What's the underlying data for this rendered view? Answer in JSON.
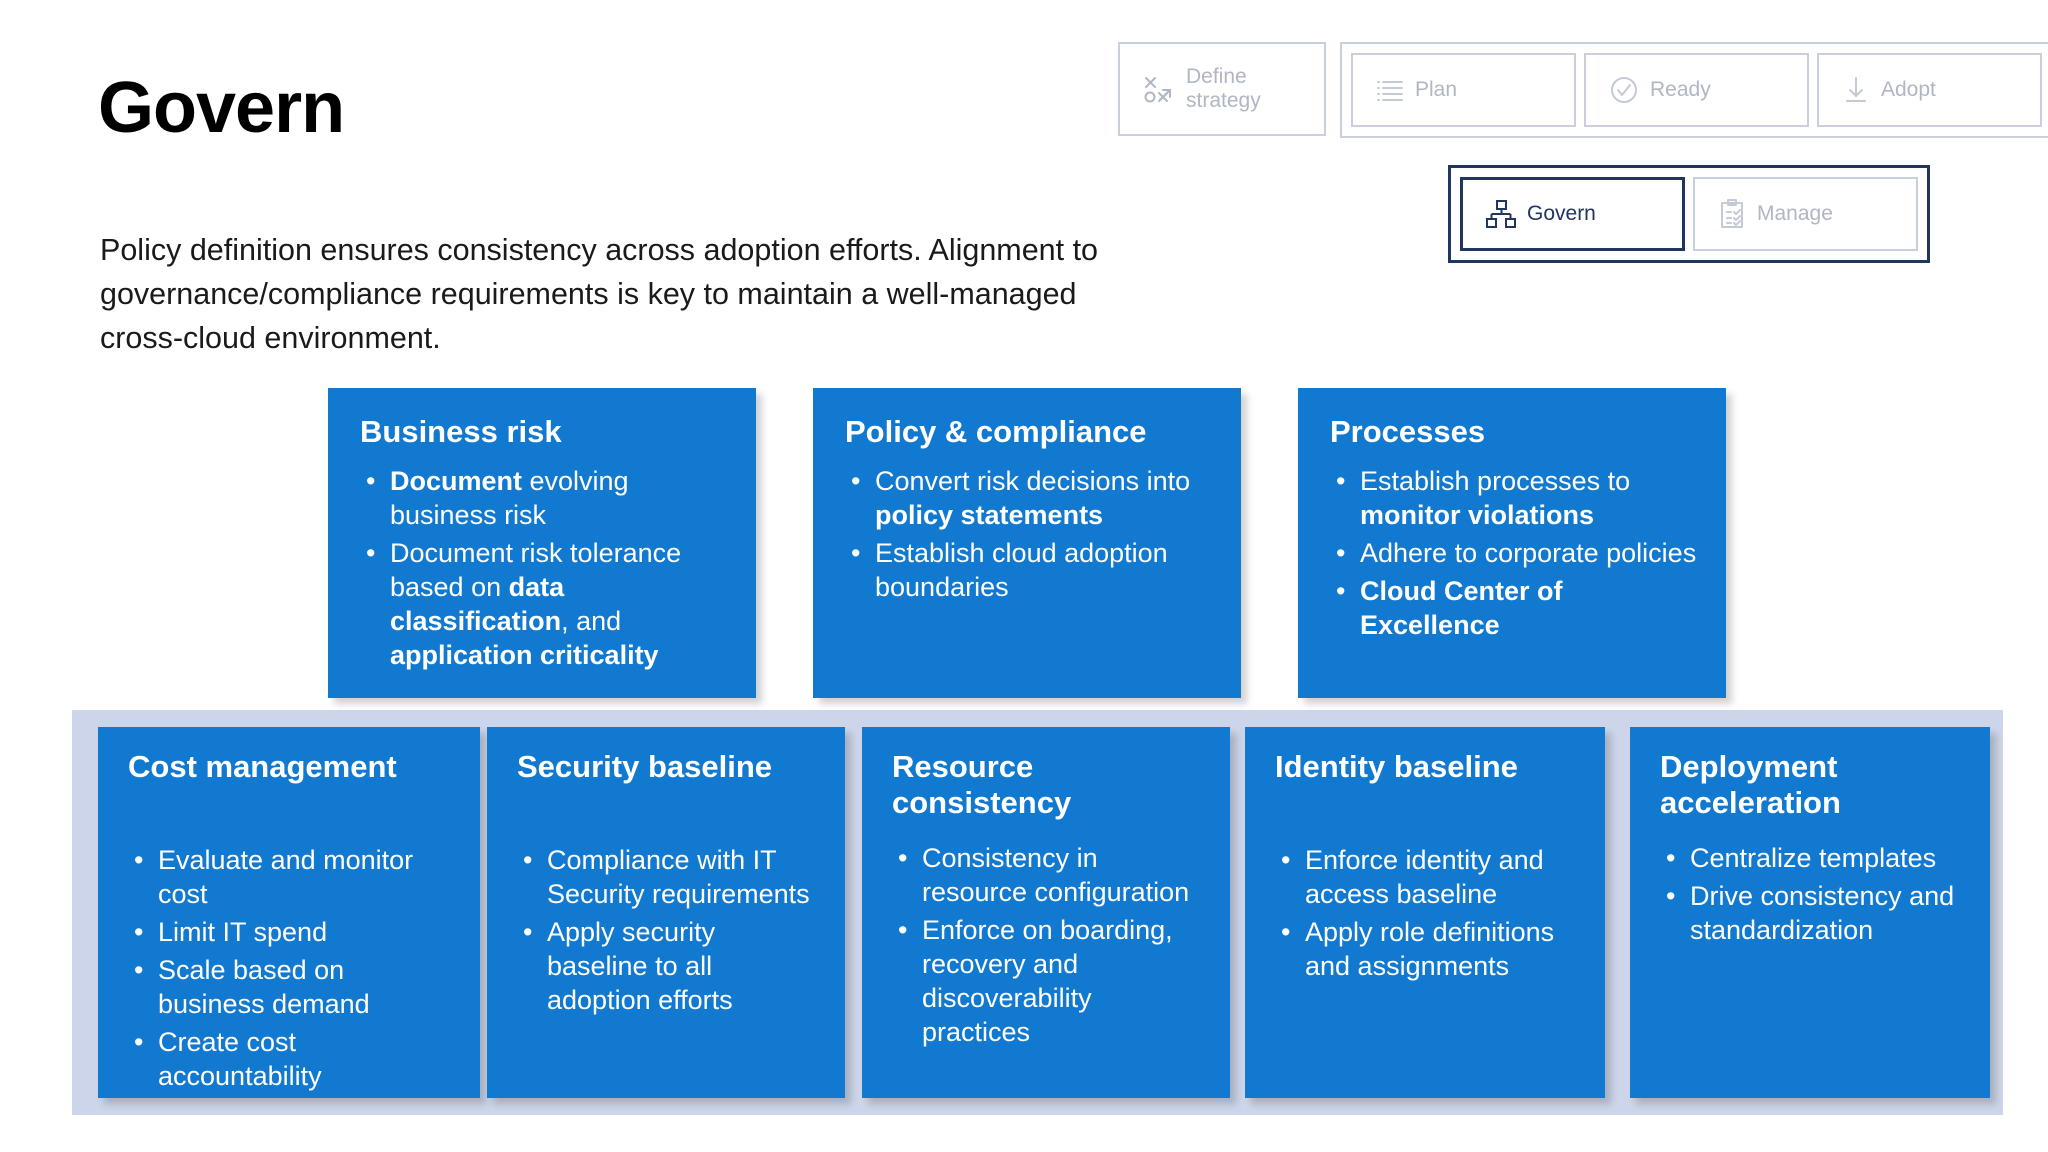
{
  "page": {
    "title": "Govern",
    "intro": "Policy definition ensures consistency across adoption efforts. Alignment to governance/compliance requirements is key to maintain a well-managed cross-cloud environment."
  },
  "nav": {
    "define_strategy": {
      "label": "Define\nstrategy",
      "icon": "strategy-icon",
      "state": "inactive"
    },
    "plan": {
      "label": "Plan",
      "icon": "list-icon",
      "state": "inactive"
    },
    "ready": {
      "label": "Ready",
      "icon": "check-circle-icon",
      "state": "inactive"
    },
    "adopt": {
      "label": "Adopt",
      "icon": "download-icon",
      "state": "inactive"
    },
    "govern": {
      "label": "Govern",
      "icon": "hierarchy-icon",
      "state": "active"
    },
    "manage": {
      "label": "Manage",
      "icon": "clipboard-check-icon",
      "state": "inactive"
    }
  },
  "colors": {
    "card_blue": "#1279d1",
    "band_blue": "#ccd5e9",
    "active_navy": "#21365e",
    "inactive_grey": "#b0b6c4"
  },
  "top_row": [
    {
      "title": "Business risk",
      "bullets": [
        [
          {
            "t": "Document ",
            "b": true
          },
          {
            "t": "evolving business risk",
            "b": false
          }
        ],
        [
          {
            "t": "Document risk tolerance based on ",
            "b": false
          },
          {
            "t": "data classification",
            "b": true
          },
          {
            "t": ", and ",
            "b": false
          },
          {
            "t": "application criticality",
            "b": true
          }
        ]
      ]
    },
    {
      "title": "Policy & compliance",
      "bullets": [
        [
          {
            "t": "Convert risk decisions into ",
            "b": false
          },
          {
            "t": "policy statements",
            "b": true
          }
        ],
        [
          {
            "t": "Establish cloud adoption boundaries",
            "b": false
          }
        ]
      ]
    },
    {
      "title": "Processes",
      "bullets": [
        [
          {
            "t": "Establish processes to ",
            "b": false
          },
          {
            "t": "monitor violations",
            "b": true
          }
        ],
        [
          {
            "t": "Adhere to corporate policies",
            "b": false
          }
        ],
        [
          {
            "t": "Cloud Center of Excellence",
            "b": true
          }
        ]
      ]
    }
  ],
  "bottom_row": [
    {
      "title": "Cost management",
      "bullets": [
        [
          {
            "t": "Evaluate and monitor cost",
            "b": false
          }
        ],
        [
          {
            "t": "Limit IT spend",
            "b": false
          }
        ],
        [
          {
            "t": "Scale based on business demand",
            "b": false
          }
        ],
        [
          {
            "t": "Create cost accountability",
            "b": false
          }
        ]
      ]
    },
    {
      "title": "Security baseline",
      "bullets": [
        [
          {
            "t": "Compliance with IT Security requirements",
            "b": false
          }
        ],
        [
          {
            "t": "Apply security baseline to all adoption efforts",
            "b": false
          }
        ]
      ]
    },
    {
      "title": "Resource consistency",
      "bullets": [
        [
          {
            "t": "Consistency in resource configuration",
            "b": false
          }
        ],
        [
          {
            "t": "Enforce on boarding, recovery and discoverability practices",
            "b": false
          }
        ]
      ]
    },
    {
      "title": "Identity baseline",
      "bullets": [
        [
          {
            "t": "Enforce identity and access baseline",
            "b": false
          }
        ],
        [
          {
            "t": "Apply role definitions and assignments",
            "b": false
          }
        ]
      ]
    },
    {
      "title": "Deployment acceleration",
      "bullets": [
        [
          {
            "t": "Centralize templates",
            "b": false
          }
        ],
        [
          {
            "t": "Drive consistency and standardization",
            "b": false
          }
        ]
      ]
    }
  ]
}
